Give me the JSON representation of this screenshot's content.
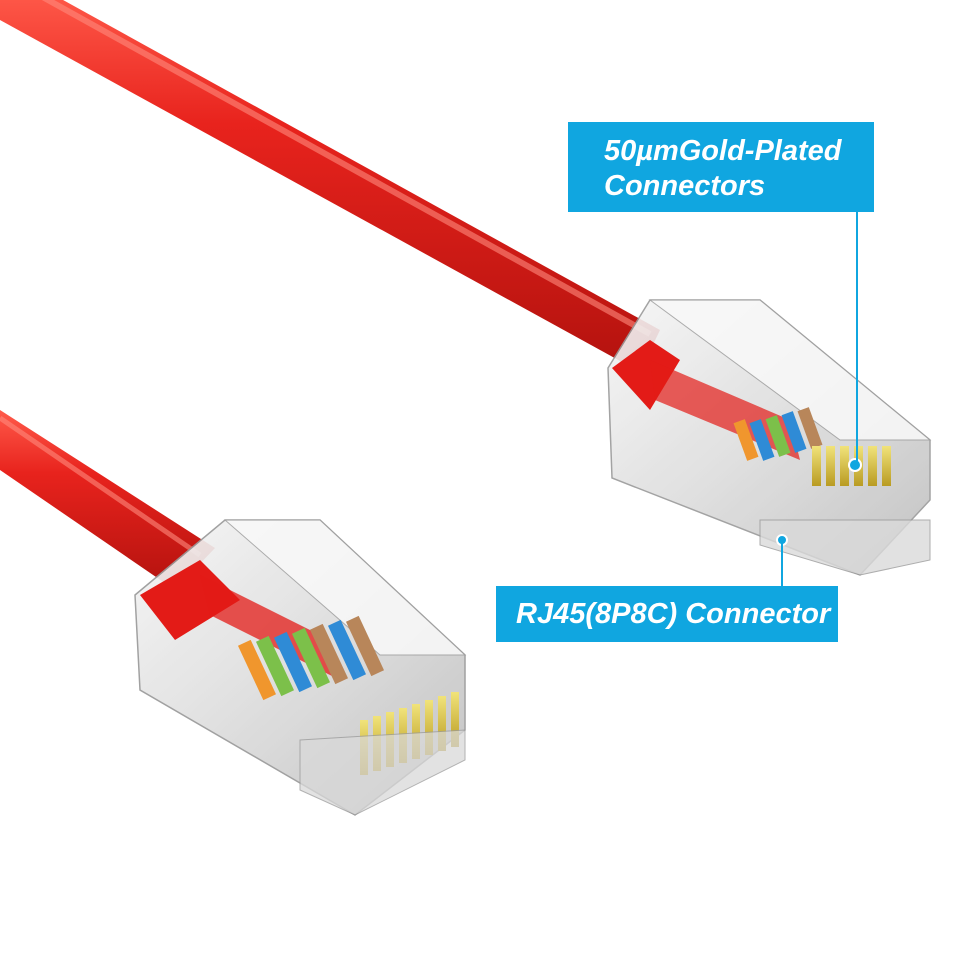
{
  "labels": {
    "gold_plated": {
      "line1": "50µmGold-Plated",
      "line2": "Connectors"
    },
    "connector": "RJ45(8P8C) Connector"
  },
  "colors": {
    "cable": "#e31b17",
    "label_background": "#10a6e0",
    "label_text": "#ffffff",
    "pin_gold": "#d8c23c"
  },
  "wire_colors": [
    "#f0962d",
    "#ffffff",
    "#7cc04a",
    "#2f8bd6",
    "#7cc04a",
    "#b8865a",
    "#2f8bd6",
    "#e8e8e8"
  ],
  "icons": [
    "rj45-connector-right",
    "rj45-connector-left",
    "ethernet-cable"
  ]
}
